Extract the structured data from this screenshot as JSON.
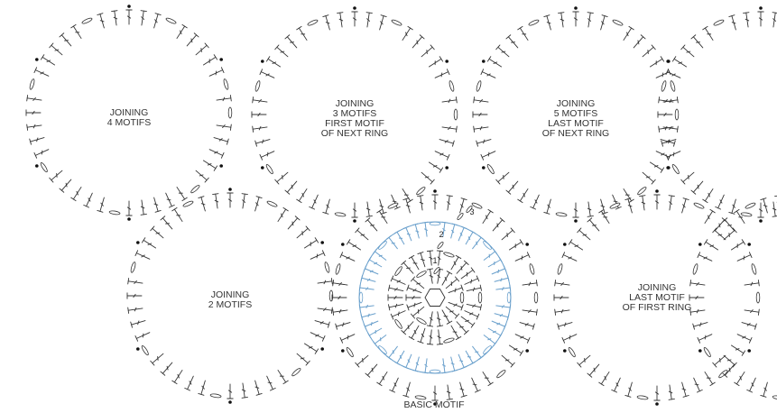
{
  "motifs": [
    {
      "label": [
        "JOINING",
        "4 MOTIFS"
      ]
    },
    {
      "label": [
        "JOINING",
        "3 MOTIFS",
        "FIRST MOTIF",
        "OF NEXT RING"
      ]
    },
    {
      "label": [
        "JOINING",
        "5 MOTIFS",
        "LAST MOTIF",
        "OF NEXT RING"
      ]
    },
    {
      "label": []
    },
    {
      "label": [
        "JOINING",
        "2 MOTIFS"
      ]
    },
    {
      "label": []
    },
    {
      "label": [
        "JOINING",
        "LAST MOTIF",
        "OF FIRST RING"
      ]
    },
    {
      "label": []
    }
  ],
  "basic_motif": {
    "caption": "BASIC MOTIF",
    "round_markers": [
      "1",
      "2",
      "3"
    ]
  },
  "colors": {
    "stitch": "#333333",
    "highlight": "#6aa0cc",
    "background": "#ffffff"
  }
}
